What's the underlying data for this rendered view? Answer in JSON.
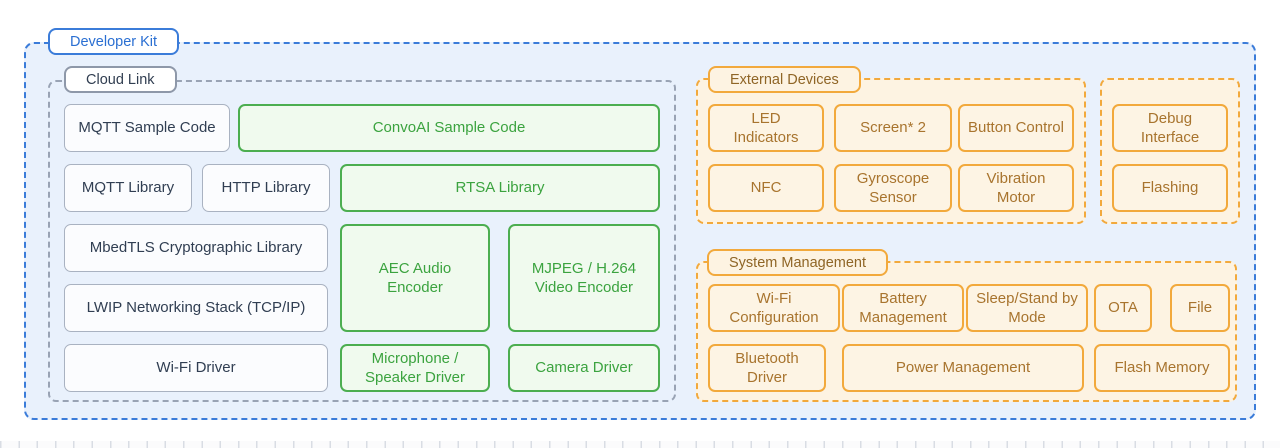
{
  "diagram": {
    "developer_kit_label": "Developer Kit",
    "cloud_link": {
      "label": "Cloud Link",
      "boxes": [
        {
          "label": "MQTT Sample Code"
        },
        {
          "label": "ConvoAI Sample Code"
        },
        {
          "label": "MQTT Library"
        },
        {
          "label": "HTTP Library"
        },
        {
          "label": "RTSA Library"
        },
        {
          "label": "MbedTLS Cryptographic Library"
        },
        {
          "label": "AEC Audio Encoder"
        },
        {
          "label": "MJPEG / H.264 Video Encoder"
        },
        {
          "label": "LWIP Networking Stack (TCP/IP)"
        },
        {
          "label": "Wi-Fi Driver"
        },
        {
          "label": "Microphone / Speaker Driver"
        },
        {
          "label": "Camera Driver"
        }
      ]
    },
    "external_devices": {
      "label": "External Devices",
      "boxes": [
        {
          "label": "LED Indicators"
        },
        {
          "label": "Screen* 2"
        },
        {
          "label": "Button Control"
        },
        {
          "label": "NFC"
        },
        {
          "label": "Gyroscope Sensor"
        },
        {
          "label": "Vibration Motor"
        }
      ]
    },
    "debug_group": {
      "boxes": [
        {
          "label": "Debug Interface"
        },
        {
          "label": "Flashing"
        }
      ]
    },
    "system_management": {
      "label": "System Management",
      "boxes": [
        {
          "label": "Wi-Fi Configuration"
        },
        {
          "label": "Battery Management"
        },
        {
          "label": "Sleep/Stand by Mode"
        },
        {
          "label": "OTA"
        },
        {
          "label": "File"
        },
        {
          "label": "Bluetooth Driver"
        },
        {
          "label": "Power Management"
        },
        {
          "label": "Flash Memory"
        }
      ]
    },
    "colors": {
      "blue_border": "#3b7cd9",
      "blue_text": "#2a6fd2",
      "devkit_background": "#e9f1fc",
      "gray_dash_border": "#99a3b4",
      "gray_box_border": "#a9b2c1",
      "dark_text": "#303e52",
      "green_border": "#4cae50",
      "green_text": "#3ba33f",
      "green_background": "#f0faee",
      "orange_border": "#f2a93c",
      "orange_text": "#a8742e",
      "orange_label_text": "#8f6526",
      "orange_background": "#fdf3e2"
    }
  }
}
